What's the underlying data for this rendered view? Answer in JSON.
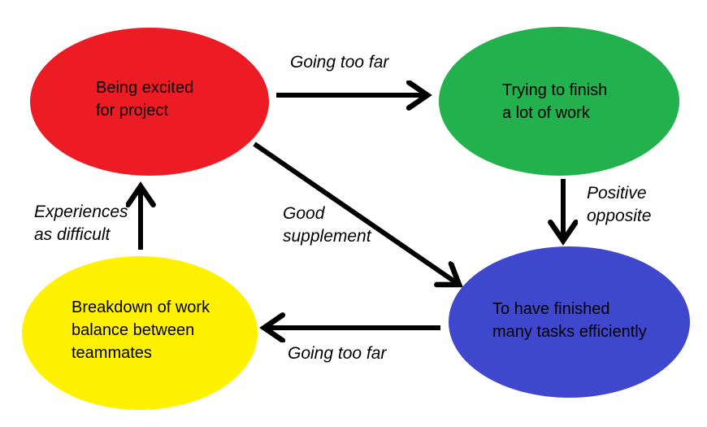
{
  "colors": {
    "background": "#ffffff",
    "arrow": "#000000",
    "text": "#000000"
  },
  "nodes": [
    {
      "id": "being-excited-for-project",
      "color": "#ed1c24",
      "lines": [
        "Being excited",
        "for project"
      ]
    },
    {
      "id": "trying-to-finish-a-lot-of-work",
      "color": "#22b14c",
      "lines": [
        "Trying to finish",
        "a lot of work"
      ]
    },
    {
      "id": "to-have-finished-many-tasks-efficiently",
      "color": "#3f48cc",
      "lines": [
        "To have finished",
        "many tasks efficiently"
      ]
    },
    {
      "id": "breakdown-of-work-balance-between-teammates",
      "color": "#fff200",
      "lines": [
        "Breakdown of work",
        "balance between",
        "teammates"
      ]
    }
  ],
  "edges": [
    {
      "from": "being-excited-for-project",
      "to": "trying-to-finish-a-lot-of-work",
      "label_lines": [
        "Going too far"
      ]
    },
    {
      "from": "trying-to-finish-a-lot-of-work",
      "to": "to-have-finished-many-tasks-efficiently",
      "label_lines": [
        "Positive",
        "opposite"
      ]
    },
    {
      "from": "being-excited-for-project",
      "to": "to-have-finished-many-tasks-efficiently",
      "label_lines": [
        "Good",
        "supplement"
      ]
    },
    {
      "from": "to-have-finished-many-tasks-efficiently",
      "to": "breakdown-of-work-balance-between-teammates",
      "label_lines": [
        "Going too far"
      ]
    },
    {
      "from": "breakdown-of-work-balance-between-teammates",
      "to": "being-excited-for-project",
      "label_lines": [
        "Experiences",
        "as difficult"
      ]
    }
  ]
}
